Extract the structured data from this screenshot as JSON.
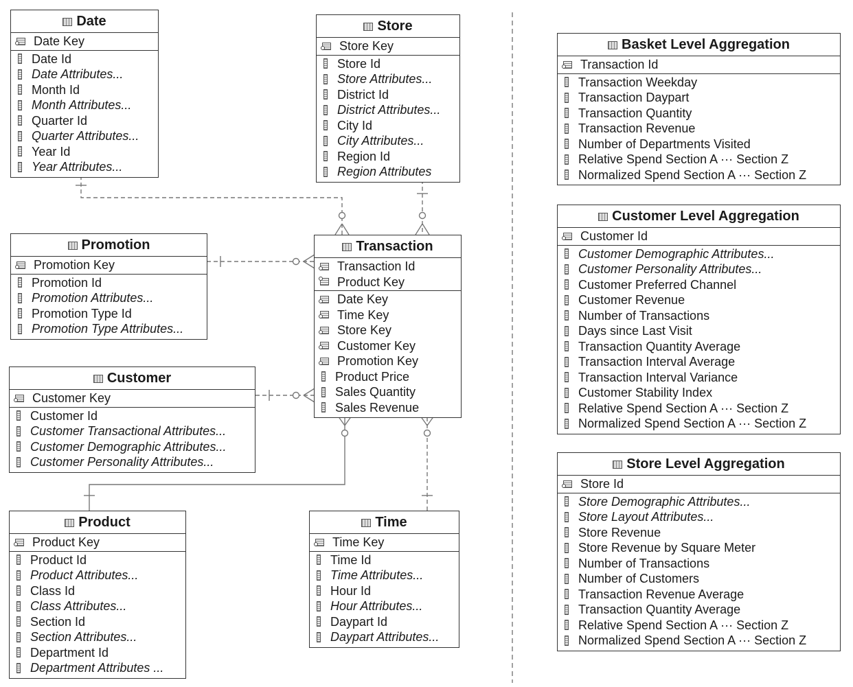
{
  "entities": {
    "date": {
      "title": "Date",
      "keys": [
        {
          "text": "Date Key",
          "icon": "key-icon"
        }
      ],
      "attrs": [
        {
          "text": "Date Id",
          "italic": false
        },
        {
          "text": "Date Attributes...",
          "italic": true
        },
        {
          "text": "Month Id",
          "italic": false
        },
        {
          "text": "Month Attributes...",
          "italic": true
        },
        {
          "text": "Quarter Id",
          "italic": false
        },
        {
          "text": "Quarter Attributes...",
          "italic": true
        },
        {
          "text": "Year Id",
          "italic": false
        },
        {
          "text": "Year Attributes...",
          "italic": true
        }
      ]
    },
    "store": {
      "title": "Store",
      "keys": [
        {
          "text": "Store Key",
          "icon": "key-icon"
        }
      ],
      "attrs": [
        {
          "text": "Store Id",
          "italic": false
        },
        {
          "text": "Store Attributes...",
          "italic": true
        },
        {
          "text": "District Id",
          "italic": false
        },
        {
          "text": "District Attributes...",
          "italic": true
        },
        {
          "text": "City Id",
          "italic": false
        },
        {
          "text": "City Attributes...",
          "italic": true
        },
        {
          "text": "Region Id",
          "italic": false
        },
        {
          "text": "Region Attributes",
          "italic": true
        }
      ]
    },
    "promotion": {
      "title": "Promotion",
      "keys": [
        {
          "text": "Promotion Key",
          "icon": "key-icon"
        }
      ],
      "attrs": [
        {
          "text": "Promotion Id",
          "italic": false
        },
        {
          "text": "Promotion Attributes...",
          "italic": true
        },
        {
          "text": "Promotion Type Id",
          "italic": false
        },
        {
          "text": "Promotion Type Attributes...",
          "italic": true
        }
      ]
    },
    "transaction": {
      "title": "Transaction",
      "keys": [
        {
          "text": "Transaction Id",
          "icon": "key-icon"
        },
        {
          "text": "Product Key",
          "icon": "foreign-key-icon"
        }
      ],
      "attrs": [
        {
          "text": "Date Key",
          "italic": false,
          "icon": "key-icon"
        },
        {
          "text": "Time Key",
          "italic": false,
          "icon": "key-icon"
        },
        {
          "text": "Store Key",
          "italic": false,
          "icon": "key-icon"
        },
        {
          "text": "Customer Key",
          "italic": false,
          "icon": "key-icon"
        },
        {
          "text": "Promotion Key",
          "italic": false,
          "icon": "key-icon"
        },
        {
          "text": "Product Price",
          "italic": false
        },
        {
          "text": "Sales Quantity",
          "italic": false
        },
        {
          "text": "Sales Revenue",
          "italic": false
        }
      ]
    },
    "customer": {
      "title": "Customer",
      "keys": [
        {
          "text": "Customer Key",
          "icon": "key-icon"
        }
      ],
      "attrs": [
        {
          "text": "Customer Id",
          "italic": false
        },
        {
          "text": "Customer Transactional Attributes...",
          "italic": true
        },
        {
          "text": "Customer Demographic Attributes...",
          "italic": true
        },
        {
          "text": "Customer Personality Attributes...",
          "italic": true
        }
      ]
    },
    "product": {
      "title": "Product",
      "keys": [
        {
          "text": "Product Key",
          "icon": "key-icon"
        }
      ],
      "attrs": [
        {
          "text": "Product Id",
          "italic": false
        },
        {
          "text": "Product Attributes...",
          "italic": true
        },
        {
          "text": "Class Id",
          "italic": false
        },
        {
          "text": "Class Attributes...",
          "italic": true
        },
        {
          "text": "Section Id",
          "italic": false
        },
        {
          "text": "Section Attributes...",
          "italic": true
        },
        {
          "text": "Department Id",
          "italic": false
        },
        {
          "text": "Department Attributes ...",
          "italic": true
        }
      ]
    },
    "time": {
      "title": "Time",
      "keys": [
        {
          "text": "Time Key",
          "icon": "key-icon"
        }
      ],
      "attrs": [
        {
          "text": "Time Id",
          "italic": false
        },
        {
          "text": "Time Attributes...",
          "italic": true
        },
        {
          "text": "Hour Id",
          "italic": false
        },
        {
          "text": "Hour Attributes...",
          "italic": true
        },
        {
          "text": "Daypart Id",
          "italic": false
        },
        {
          "text": "Daypart Attributes...",
          "italic": true
        }
      ]
    },
    "basket": {
      "title": "Basket Level Aggregation",
      "keys": [
        {
          "text": "Transaction Id",
          "icon": "key-icon"
        }
      ],
      "attrs": [
        {
          "text": "Transaction Weekday",
          "italic": false
        },
        {
          "text": "Transaction Daypart",
          "italic": false
        },
        {
          "text": "Transaction Quantity",
          "italic": false
        },
        {
          "text": "Transaction Revenue",
          "italic": false
        },
        {
          "text": "Number of Departments Visited",
          "italic": false
        },
        {
          "text": "Relative Spend Section A ··· Section Z",
          "italic": false
        },
        {
          "text": "Normalized Spend Section A ··· Section Z",
          "italic": false
        }
      ]
    },
    "customer_agg": {
      "title": "Customer Level Aggregation",
      "keys": [
        {
          "text": "Customer Id",
          "icon": "key-icon"
        }
      ],
      "attrs": [
        {
          "text": "Customer Demographic Attributes...",
          "italic": true
        },
        {
          "text": "Customer Personality Attributes...",
          "italic": true
        },
        {
          "text": "Customer Preferred Channel",
          "italic": false
        },
        {
          "text": "Customer Revenue",
          "italic": false
        },
        {
          "text": "Number of Transactions",
          "italic": false
        },
        {
          "text": "Days since Last Visit",
          "italic": false
        },
        {
          "text": "Transaction Quantity Average",
          "italic": false
        },
        {
          "text": "Transaction Interval Average",
          "italic": false
        },
        {
          "text": "Transaction Interval Variance",
          "italic": false
        },
        {
          "text": "Customer Stability Index",
          "italic": false
        },
        {
          "text": "Relative Spend Section A ··· Section Z",
          "italic": false
        },
        {
          "text": "Normalized Spend Section A ··· Section Z",
          "italic": false
        }
      ]
    },
    "store_agg": {
      "title": "Store Level Aggregation",
      "keys": [
        {
          "text": "Store Id",
          "icon": "key-icon"
        }
      ],
      "attrs": [
        {
          "text": "Store Demographic Attributes...",
          "italic": true
        },
        {
          "text": "Store Layout Attributes...",
          "italic": true
        },
        {
          "text": "Store Revenue",
          "italic": false
        },
        {
          "text": "Store Revenue by Square Meter",
          "italic": false
        },
        {
          "text": "Number of Transactions",
          "italic": false
        },
        {
          "text": "Number of Customers",
          "italic": false
        },
        {
          "text": "Transaction Revenue Average",
          "italic": false
        },
        {
          "text": "Transaction Quantity Average",
          "italic": false
        },
        {
          "text": "Relative Spend Section A ··· Section Z",
          "italic": false
        },
        {
          "text": "Normalized Spend Section A ··· Section Z",
          "italic": false
        }
      ]
    }
  },
  "relationships": [
    {
      "from": "date",
      "to": "transaction",
      "style": "dashed",
      "from_end": "one",
      "to_end": "zero-or-many"
    },
    {
      "from": "store",
      "to": "transaction",
      "style": "dashed",
      "from_end": "one",
      "to_end": "zero-or-many"
    },
    {
      "from": "promotion",
      "to": "transaction",
      "style": "dashed",
      "from_end": "one",
      "to_end": "zero-or-many"
    },
    {
      "from": "customer",
      "to": "transaction",
      "style": "dashed",
      "from_end": "one",
      "to_end": "zero-or-many"
    },
    {
      "from": "product",
      "to": "transaction",
      "style": "solid",
      "from_end": "one",
      "to_end": "zero-or-many"
    },
    {
      "from": "time",
      "to": "transaction",
      "style": "dashed",
      "from_end": "one",
      "to_end": "zero-or-many"
    }
  ]
}
